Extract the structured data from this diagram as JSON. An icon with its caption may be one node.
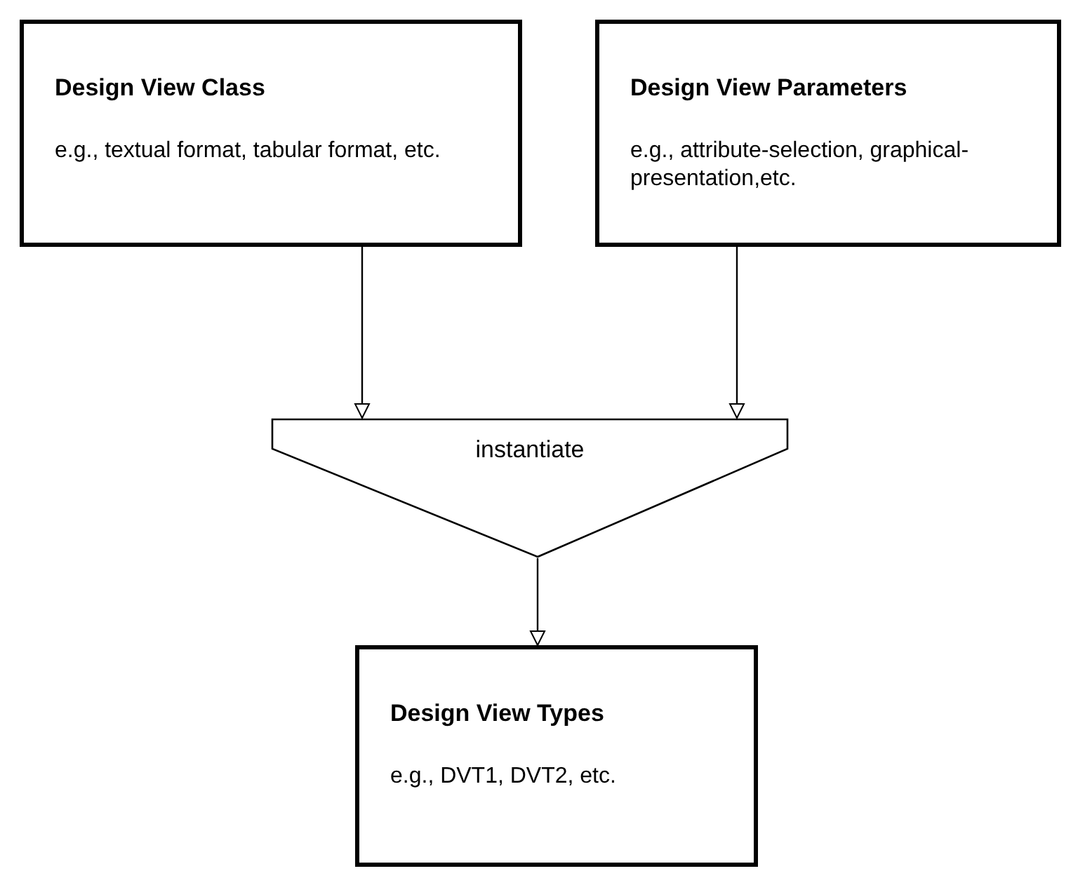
{
  "diagram": {
    "nodes": [
      {
        "text": [
          "Design View Class",
          "e.g., textual format, tabular format, etc."
        ]
      },
      {
        "text": [
          "Design View Parameters",
          "e.g., attribute-selection, graphical-presentation,etc."
        ]
      },
      {
        "text": [
          "instantiate"
        ]
      },
      {
        "text": [
          "Design View Types",
          "e.g., DVT1, DVT2, etc."
        ]
      }
    ],
    "edges": [
      {
        "from": 0,
        "to": 2,
        "arrow": "to"
      },
      {
        "from": 1,
        "to": 2,
        "arrow": "to"
      },
      {
        "from": 2,
        "to": 3,
        "arrow": "to"
      }
    ]
  }
}
